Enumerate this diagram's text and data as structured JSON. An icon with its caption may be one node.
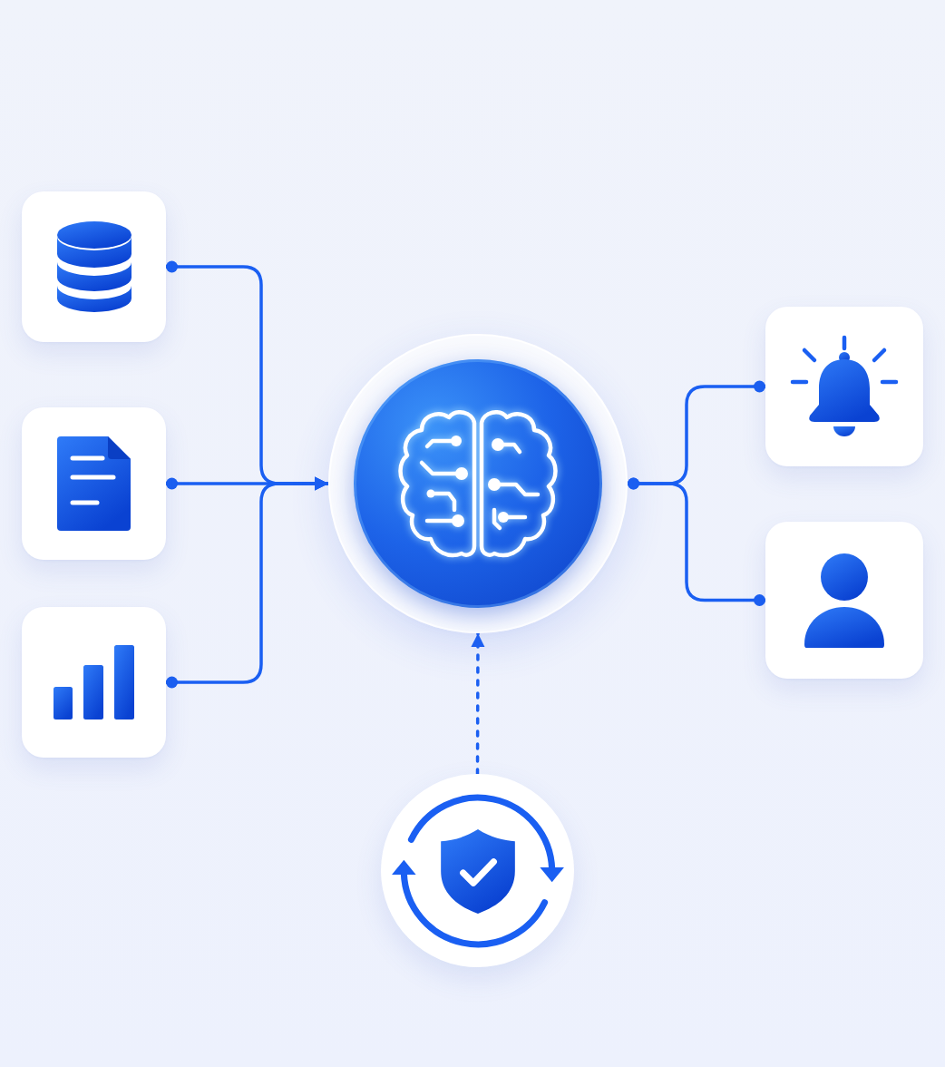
{
  "diagram": {
    "nodes": [
      {
        "text": [],
        "shape": "box"
      },
      {
        "text": [],
        "shape": "box"
      },
      {
        "text": [],
        "shape": "box"
      },
      {
        "text": [],
        "shape": "circle"
      },
      {
        "text": [],
        "shape": "box"
      },
      {
        "text": [],
        "shape": "box"
      },
      {
        "text": [],
        "shape": "circle"
      }
    ],
    "edges": [
      {
        "from": 0,
        "to": 3,
        "arrow": "to"
      },
      {
        "from": 1,
        "to": 3,
        "arrow": "to"
      },
      {
        "from": 2,
        "to": 3,
        "arrow": "to"
      },
      {
        "from": 3,
        "to": 4,
        "arrow": "other"
      },
      {
        "from": 3,
        "to": 5,
        "arrow": "other"
      },
      {
        "from": 6,
        "to": 3,
        "arrow": "to",
        "style": "dashed"
      }
    ]
  }
}
